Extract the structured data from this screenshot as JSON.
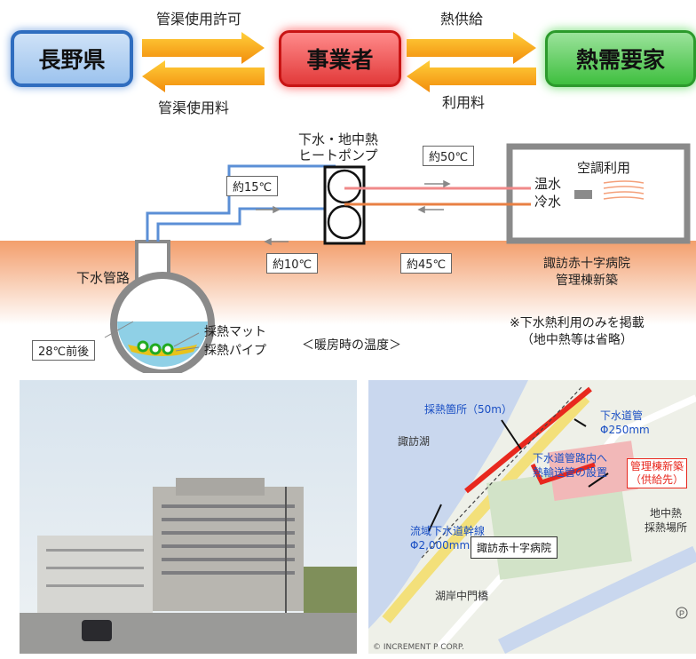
{
  "flow": {
    "entity_left": "長野県",
    "entity_center": "事業者",
    "entity_right": "熱需要家",
    "arrow1_top": "管渠使用許可",
    "arrow1_bottom": "管渠使用料",
    "arrow2_top": "熱供給",
    "arrow2_bottom": "利用料"
  },
  "schematic": {
    "heatpump_label": "下水・地中熱\nヒートポンプ",
    "temp_15": "約15℃",
    "temp_10": "約10℃",
    "temp_50": "約50℃",
    "temp_45": "約45℃",
    "sewer_pipe": "下水管路",
    "sewer_temp": "28℃前後",
    "mat": "採熱マット",
    "pipe": "採熱パイプ",
    "season_note": "＜暖房時の温度＞",
    "building_use": "空調利用",
    "hot_water": "温水",
    "cold_water": "冷水",
    "hospital": "諏訪赤十字病院\n管理棟新築",
    "note": "※下水熱利用のみを掲載\n（地中熱等は省略）"
  },
  "map": {
    "collection": "採熱箇所（50m）",
    "lake": "諏訪湖",
    "sewer_small": "下水道管\nΦ250mm",
    "transport": "下水道管路内へ\n熱輸送管の設置",
    "new_building": "管理棟新築\n（供給先）",
    "trunk": "流域下水道幹線\nΦ2,000mm",
    "hospital": "諏訪赤十字病院",
    "geo": "地中熱\n採熱場所",
    "bridge": "湖岸中門橋",
    "copyright": "© INCREMENT P CORP.",
    "p_symbol": "P"
  },
  "colors": {
    "blue_box": "#2f6dbf",
    "red_box": "#e02020",
    "green_box": "#3cb83c",
    "arrow": "#f5a516",
    "ground": "#f4a77a",
    "cold_pipe": "#5b8fd6",
    "hot_pipe": "#f08a5a",
    "map_red": "#e8281e",
    "map_blue": "#1a4fc4"
  }
}
